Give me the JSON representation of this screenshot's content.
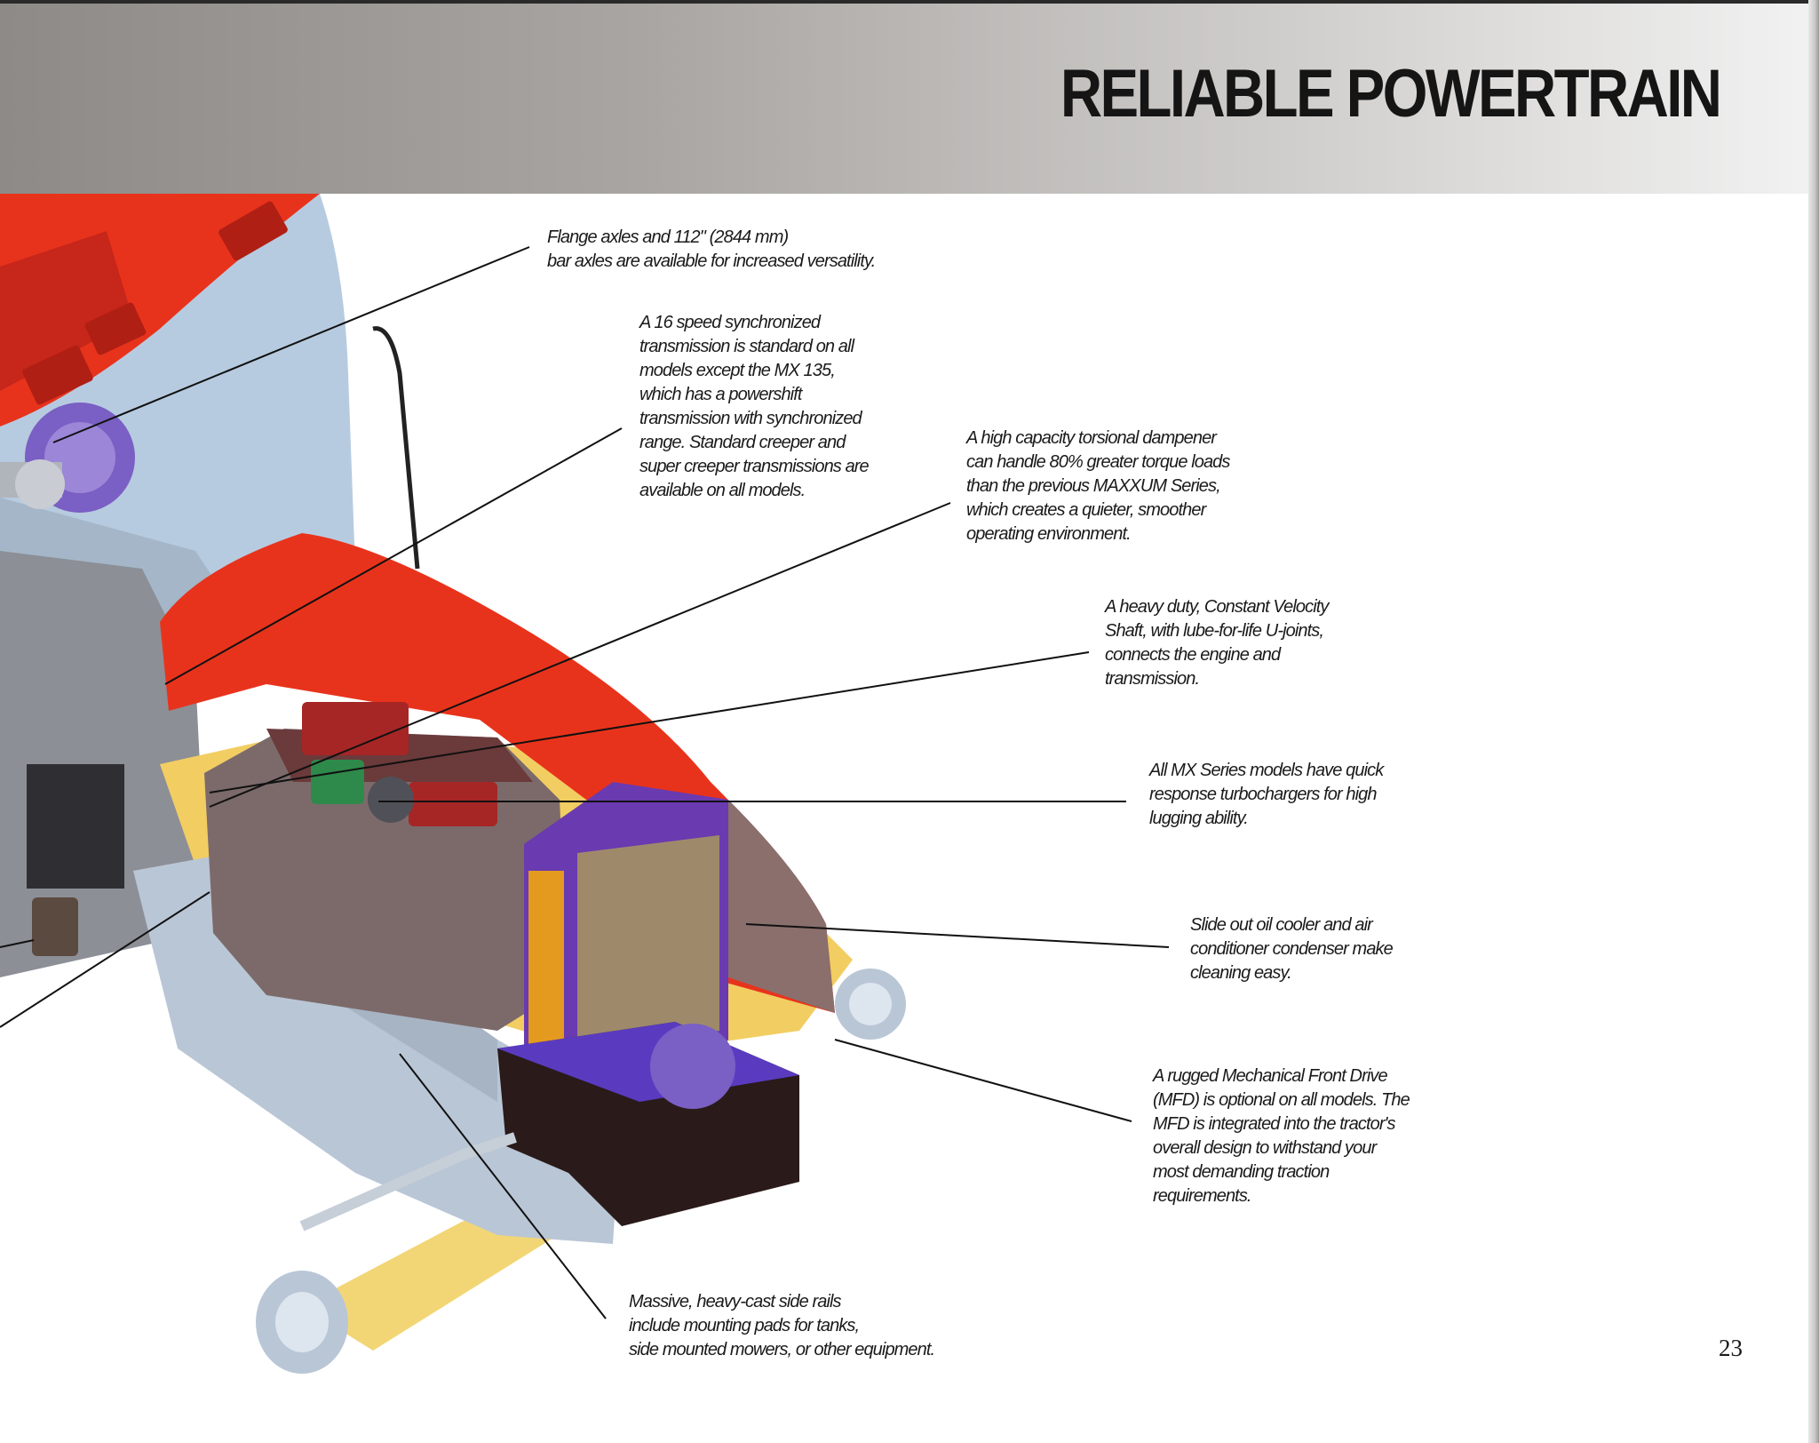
{
  "header": {
    "title": "RELIABLE POWERTRAIN"
  },
  "colors": {
    "hood_red": "#e8331c",
    "chassis_blue": "#b9c6d6",
    "frame_yellow": "#f2cd62",
    "radiator_purple": "#6a3ab0",
    "header_gray": "#a8a5a2"
  },
  "callouts": [
    {
      "id": "flange-axles",
      "text": "Flange axles and 112\" (2844 mm)\nbar axles are available for increased versatility."
    },
    {
      "id": "transmission",
      "text": "A 16 speed synchronized\ntransmission is standard on all\nmodels except the MX 135,\nwhich has a powershift\ntransmission with synchronized\nrange. Standard creeper and\nsuper creeper transmissions are\navailable on all models."
    },
    {
      "id": "torsional-dampener",
      "text": "A high capacity torsional dampener\ncan handle 80% greater torque loads\nthan the previous MAXXUM Series,\nwhich  creates a quieter, smoother\noperating environment."
    },
    {
      "id": "cv-shaft",
      "text": "A heavy duty, Constant Velocity\nShaft, with lube-for-life U-joints,\nconnects the engine and\ntransmission."
    },
    {
      "id": "turbochargers",
      "text": "All MX Series models have quick\nresponse turbochargers for high\nlugging ability."
    },
    {
      "id": "oil-cooler",
      "text": "Slide out oil cooler and air\nconditioner condenser make\ncleaning easy."
    },
    {
      "id": "front-drive",
      "text": "A rugged Mechanical Front Drive\n(MFD) is optional on all models. The\nMFD is integrated into the tractor's\noverall design to withstand your\nmost demanding traction\nrequirements."
    },
    {
      "id": "side-rails",
      "text": "Massive, heavy-cast side rails\ninclude mounting pads for tanks,\nside mounted mowers, or other equipment."
    }
  ],
  "page_number": "23"
}
